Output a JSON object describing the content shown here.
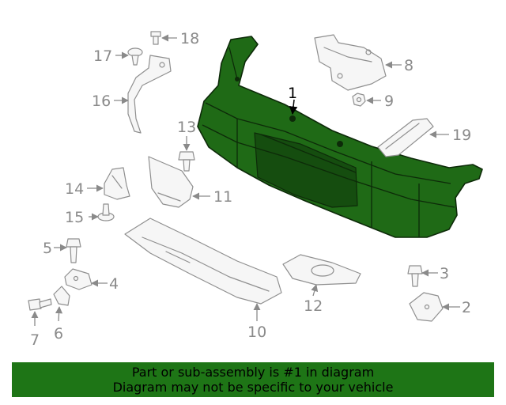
{
  "diagram": {
    "highlight_color": "#1e7516",
    "callouts": {
      "c1": "1",
      "c2": "2",
      "c3": "3",
      "c4": "4",
      "c5": "5",
      "c6": "6",
      "c7": "7",
      "c8": "8",
      "c9": "9",
      "c10": "10",
      "c11": "11",
      "c12": "12",
      "c13": "13",
      "c14": "14",
      "c15": "15",
      "c16": "16",
      "c17": "17",
      "c18": "18",
      "c19": "19"
    }
  },
  "banner": {
    "line1": "Part or sub-assembly is #1 in diagram",
    "line2": "Diagram may not be specific to your vehicle",
    "background": "#1e7516"
  }
}
